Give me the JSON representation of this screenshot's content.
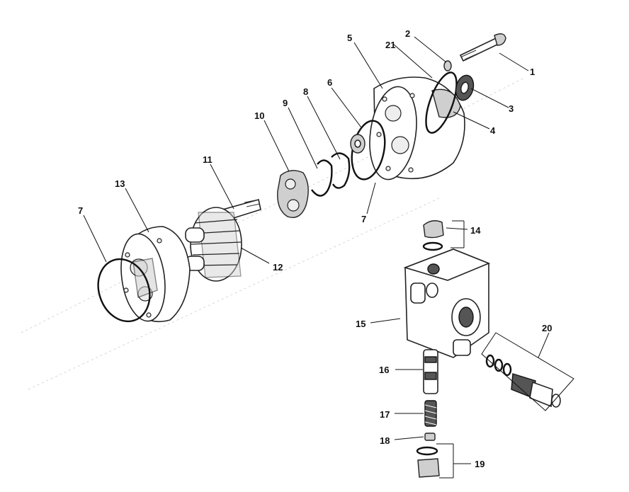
{
  "diagram": {
    "callouts": [
      {
        "id": "c1",
        "label": "1"
      },
      {
        "id": "c2",
        "label": "2"
      },
      {
        "id": "c3",
        "label": "3"
      },
      {
        "id": "c4",
        "label": "4"
      },
      {
        "id": "c5",
        "label": "5"
      },
      {
        "id": "c6",
        "label": "6"
      },
      {
        "id": "c7a",
        "label": "7"
      },
      {
        "id": "c7b",
        "label": "7"
      },
      {
        "id": "c8",
        "label": "8"
      },
      {
        "id": "c9",
        "label": "9"
      },
      {
        "id": "c10",
        "label": "10"
      },
      {
        "id": "c11",
        "label": "11"
      },
      {
        "id": "c12",
        "label": "12"
      },
      {
        "id": "c13",
        "label": "13"
      },
      {
        "id": "c14",
        "label": "14"
      },
      {
        "id": "c15",
        "label": "15"
      },
      {
        "id": "c16",
        "label": "16"
      },
      {
        "id": "c17",
        "label": "17"
      },
      {
        "id": "c18",
        "label": "18"
      },
      {
        "id": "c19",
        "label": "19"
      },
      {
        "id": "c20",
        "label": "20"
      },
      {
        "id": "c21",
        "label": "21"
      }
    ]
  }
}
